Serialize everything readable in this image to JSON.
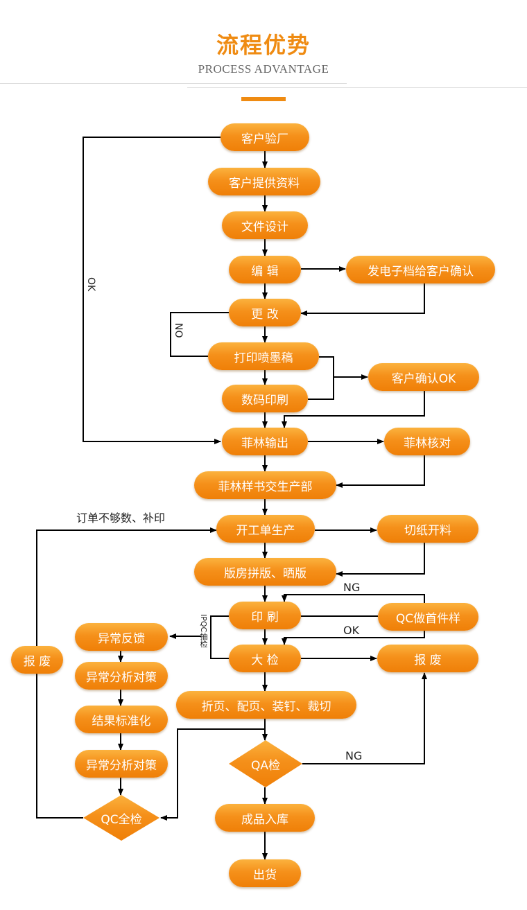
{
  "header": {
    "title": "流程优势",
    "subtitle": "PROCESS ADVANTAGE"
  },
  "colors": {
    "accent": "#ef8b12",
    "node_top": "#fbb23e",
    "node_bottom": "#ef7f07",
    "line": "#000000"
  },
  "nodes": {
    "n1": "客户验厂",
    "n2": "客户提供资料",
    "n3": "文件设计",
    "n4": "编 辑",
    "n5": "发电子档给客户确认",
    "n6": "更 改",
    "n7": "打印喷墨稿",
    "n8": "数码印刷",
    "n9": "客户确认OK",
    "n10": "菲林输出",
    "n11": "菲林核对",
    "n12": "菲林样书交生产部",
    "n13": "开工单生产",
    "n14": "切纸开料",
    "n15": "版房拼版、晒版",
    "n16": "印 刷",
    "n17": "QC做首件样",
    "n18": "大 检",
    "n19": "报 废",
    "n20": "折页、配页、装钉、裁切",
    "n21": "QA检",
    "n22": "成品入库",
    "n23": "出货",
    "n24": "异常反馈",
    "n25": "异常分析对策",
    "n26": "结果标准化",
    "n27": "异常分析对策",
    "n28": "QC全检",
    "n29": "报 废"
  },
  "edge_labels": {
    "ok_left": "OK",
    "no_loop": "NO",
    "reorder": "订单不够数、补印",
    "ng_first": "NG",
    "ok_first": "OK",
    "ipqc": "IPQC抽检",
    "ng_qa": "NG"
  }
}
